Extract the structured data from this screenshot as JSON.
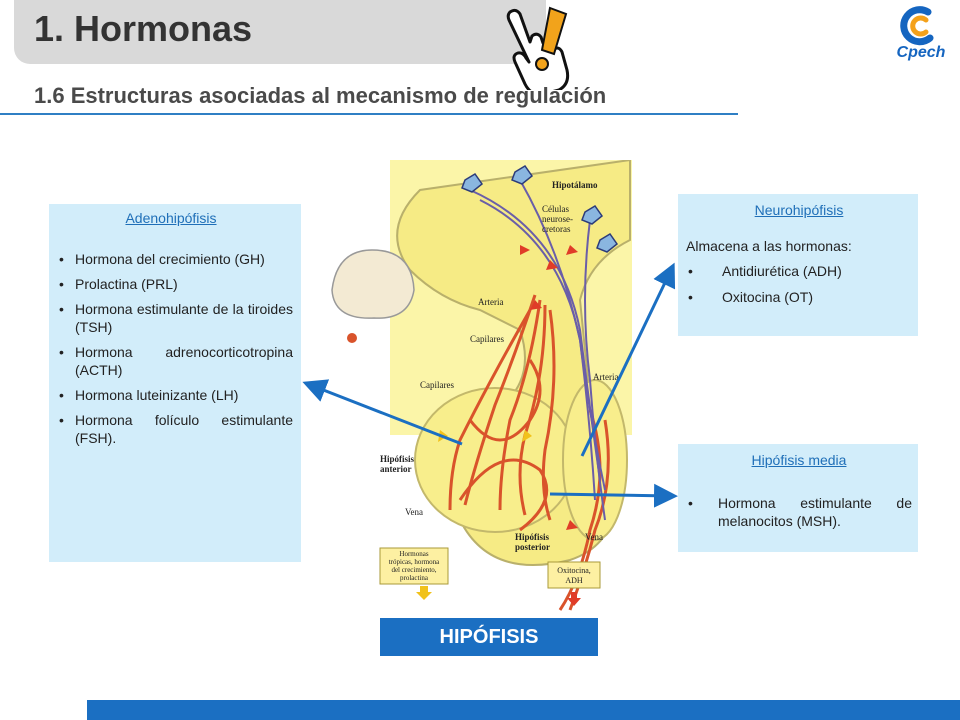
{
  "header": {
    "title": "1. Hormonas",
    "subtitle": "1.6 Estructuras asociadas al mecanismo de regulación",
    "logo_text": "Cpech"
  },
  "adenohipofisis": {
    "title": "Adenohipófisis",
    "items": [
      "Hormona del crecimiento (GH)",
      "Prolactina (PRL)",
      "Hormona estimulante de la tiroides (TSH)",
      "Hormona adrenocorticotropina (ACTH)",
      "Hormona luteinizante (LH)",
      "Hormona folículo estimulante (FSH)."
    ]
  },
  "neurohipofisis": {
    "title": "Neurohipófisis",
    "intro": "Almacena a las hormonas:",
    "items": [
      "Antidiurética (ADH)",
      "Oxitocina (OT)"
    ]
  },
  "hipofisis_media": {
    "title": "Hipófisis media",
    "items": [
      "Hormona estimulante de melanocitos (MSH)."
    ]
  },
  "diagram": {
    "hipotalamo": "Hipotálamo",
    "celulas": [
      "Células",
      "neurose-",
      "cretoras"
    ],
    "arteria_top": "Arteria",
    "capilares_top": "Capilares",
    "capilares_mid": "Capilares",
    "arteria_right": "Arteria",
    "anterior": [
      "Hipófisis",
      "anterior"
    ],
    "posterior": [
      "Hipófisis",
      "posterior"
    ],
    "vena_left": "Vena",
    "vena_right": "Vena",
    "output_left": [
      "Hormonas",
      "trópicas, hormona",
      "del crecimiento,",
      "prolactina"
    ],
    "output_right": [
      "Oxitocina,",
      "ADH"
    ]
  },
  "footer_label": "HIPÓFISIS",
  "colors": {
    "accent_blue": "#1b6fc2",
    "box_bg": "#d2edfa",
    "title_bg": "#d9d9d9",
    "diagram_bg": "#fbf5a8",
    "vessel_red": "#d9532b"
  }
}
